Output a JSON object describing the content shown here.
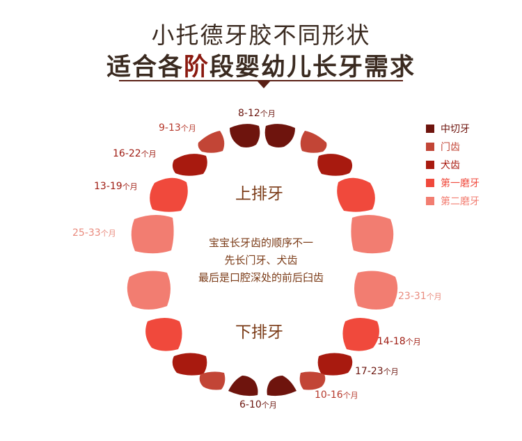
{
  "title": {
    "line1": "小托德牙胶不同形状",
    "line2_a": "适合各",
    "line2_hl": "阶",
    "line2_b": "段婴幼儿长牙需求"
  },
  "jaw_labels": {
    "upper": "上排牙",
    "lower": "下排牙"
  },
  "center_text": [
    "宝宝长牙齿的顺序不一",
    "先长门牙、犬齿",
    "最后是口腔深处的前后臼齿"
  ],
  "legend": [
    {
      "label": "中切牙",
      "color": "#6e140d"
    },
    {
      "label": "门齿",
      "color": "#c24536"
    },
    {
      "label": "犬齿",
      "color": "#a81a0f"
    },
    {
      "label": "第一磨牙",
      "color": "#f0493c"
    },
    {
      "label": "第二磨牙",
      "color": "#f27d71"
    }
  ],
  "ages": {
    "upper_central": {
      "range": "8-12",
      "unit": "个月"
    },
    "upper_lateral": {
      "range": "9-13",
      "unit": "个月"
    },
    "upper_canine": {
      "range": "16-22",
      "unit": "个月"
    },
    "upper_m1": {
      "range": "13-19",
      "unit": "个月"
    },
    "upper_m2": {
      "range": "25-33",
      "unit": "个月"
    },
    "lower_m2": {
      "range": "23-31",
      "unit": "个月"
    },
    "lower_m1": {
      "range": "14-18",
      "unit": "个月"
    },
    "lower_canine": {
      "range": "17-23",
      "unit": "个月"
    },
    "lower_lateral": {
      "range": "10-16",
      "unit": "个月"
    },
    "lower_central": {
      "range": "6-10",
      "unit": "个月"
    }
  }
}
